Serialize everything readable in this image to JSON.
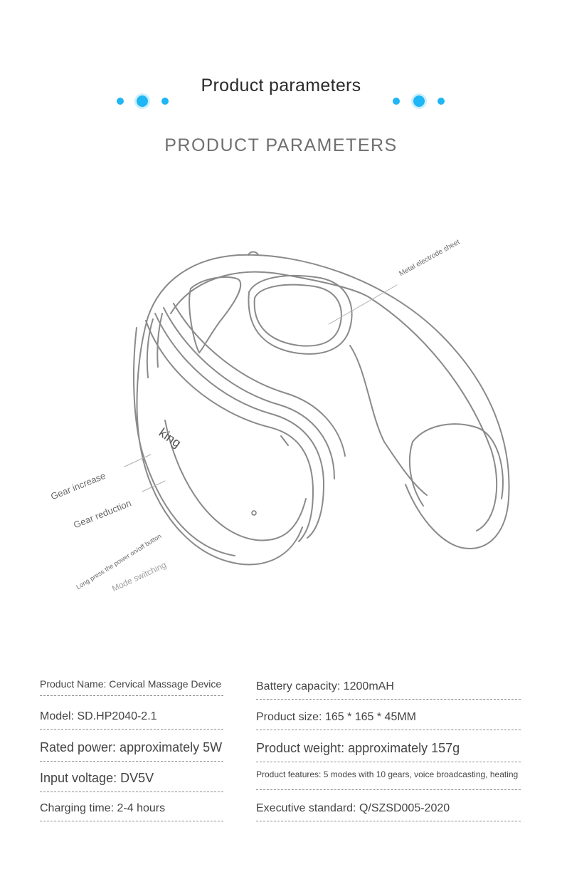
{
  "header": {
    "title": "Product parameters",
    "subtitle": "PRODUCT PARAMETERS",
    "accent_color": "#1fb6f5"
  },
  "figure": {
    "brand": "king",
    "callouts": {
      "metal_electrode": "Metal electrode sheet",
      "gear_increase": "Gear increase",
      "gear_reduction": "Gear reduction",
      "power_button": "Long press the power on/off button",
      "mode_switching": "Mode switching"
    }
  },
  "params": {
    "left": [
      "Product Name: Cervical Massage Device",
      "Model: SD.HP2040-2.1",
      "Rated power: approximately 5W",
      "Input voltage: DV5V",
      "Charging time: 2-4 hours"
    ],
    "right": [
      "Battery capacity: 1200mAH",
      "Product size: 165 * 165 * 45MM",
      "Product weight: approximately 157g",
      "Product features: 5 modes with 10 gears, voice broadcasting, heating",
      "Executive standard: Q/SZSD005-2020"
    ]
  }
}
